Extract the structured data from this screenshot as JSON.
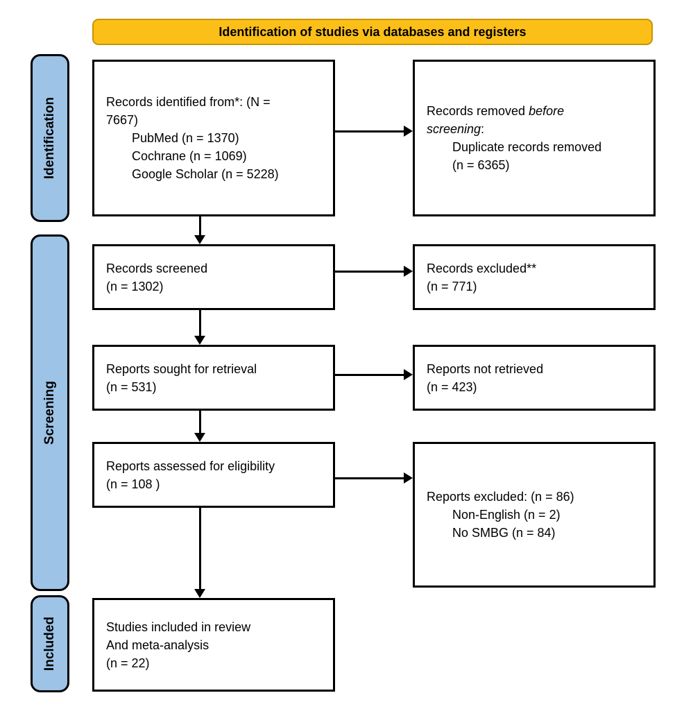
{
  "title": "Identification of studies via databases and registers",
  "colors": {
    "banner_fill": "#FCBF17",
    "banner_border": "#C49404",
    "stage_fill": "#9DC3E6",
    "box_border": "#000000",
    "text": "#000000"
  },
  "stages": {
    "identification": "Identification",
    "screening": "Screening",
    "included": "Included"
  },
  "boxes": {
    "identified": {
      "lines": [
        "Records identified from*: (N =",
        "7667)",
        "PubMed (n = 1370)",
        "Cochrane (n = 1069)",
        "Google Scholar (n = 5228)"
      ]
    },
    "removed": {
      "seg_normal_1": "Records removed ",
      "seg_italic_1": "before",
      "seg_italic_2": "screening",
      "seg_normal_2": ":",
      "lines": [
        "Duplicate records removed",
        "(n = 6365)"
      ]
    },
    "screened": {
      "lines": [
        "Records screened",
        "(n = 1302)"
      ]
    },
    "excluded": {
      "lines": [
        "Records excluded**",
        "(n = 771)"
      ]
    },
    "sought": {
      "lines": [
        "Reports sought for retrieval",
        "(n = 531)"
      ]
    },
    "not_retrieved": {
      "lines": [
        "Reports not retrieved",
        "(n = 423)"
      ]
    },
    "assessed": {
      "lines": [
        "Reports assessed for eligibility",
        "(n = 108 )"
      ]
    },
    "reports_excluded": {
      "lines": [
        "Reports excluded: (n = 86)",
        "Non-English (n = 2)",
        "No SMBG (n = 84)"
      ]
    },
    "included_studies": {
      "lines": [
        "Studies included in review",
        "And meta-analysis",
        "(n = 22)"
      ]
    }
  }
}
